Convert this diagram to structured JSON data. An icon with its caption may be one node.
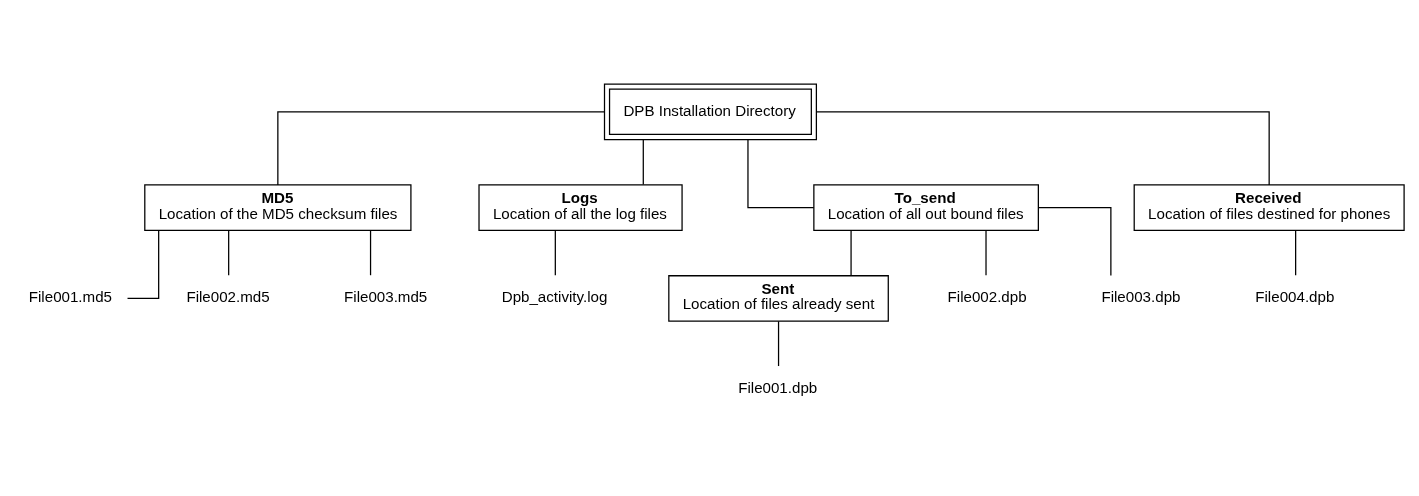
{
  "diagram": {
    "nodes": [
      {
        "text": [
          "DPB Installation Directory"
        ]
      },
      {
        "text": [
          "MD5",
          "Location of the MD5 checksum files"
        ]
      },
      {
        "text": [
          "Logs",
          "Location of all the log files"
        ]
      },
      {
        "text": [
          "To_send",
          "Location of all out bound files"
        ]
      },
      {
        "text": [
          "Received",
          "Location of files destined for phones"
        ]
      },
      {
        "text": [
          "File001.md5"
        ]
      },
      {
        "text": [
          "File002.md5"
        ]
      },
      {
        "text": [
          "File003.md5"
        ]
      },
      {
        "text": [
          "Dpb_activity.log"
        ]
      },
      {
        "text": [
          "Sent",
          "Location of files already sent"
        ]
      },
      {
        "text": [
          "File002.dpb"
        ]
      },
      {
        "text": [
          "File003.dpb"
        ]
      },
      {
        "text": [
          "File004.dpb"
        ]
      },
      {
        "text": [
          "File001.dpb"
        ]
      }
    ],
    "edges": [
      {
        "from": 0,
        "to": 1,
        "arrow": "none"
      },
      {
        "from": 0,
        "to": 2,
        "arrow": "none"
      },
      {
        "from": 0,
        "to": 3,
        "arrow": "none"
      },
      {
        "from": 0,
        "to": 4,
        "arrow": "none"
      },
      {
        "from": 1,
        "to": 5,
        "arrow": "none"
      },
      {
        "from": 1,
        "to": 6,
        "arrow": "none"
      },
      {
        "from": 1,
        "to": 7,
        "arrow": "none"
      },
      {
        "from": 2,
        "to": 8,
        "arrow": "none"
      },
      {
        "from": 3,
        "to": 9,
        "arrow": "none"
      },
      {
        "from": 3,
        "to": 10,
        "arrow": "none"
      },
      {
        "from": 3,
        "to": 11,
        "arrow": "none"
      },
      {
        "from": 4,
        "to": 12,
        "arrow": "none"
      },
      {
        "from": 9,
        "to": 13,
        "arrow": "none"
      }
    ]
  }
}
